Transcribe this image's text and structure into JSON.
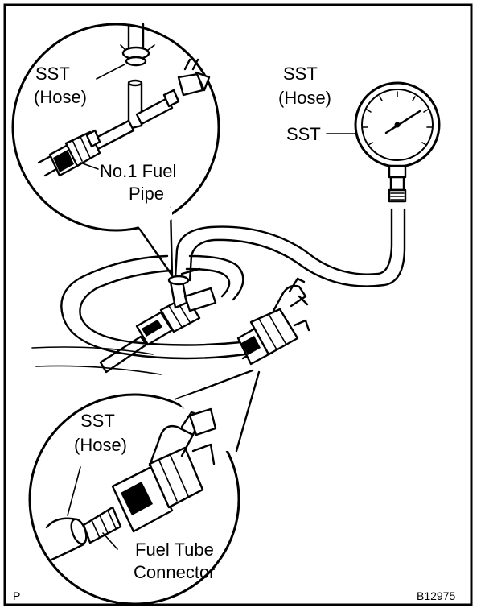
{
  "labels": {
    "sst_hose_top_left": [
      "SST",
      "(Hose)"
    ],
    "sst_hose_gauge": [
      "SST",
      "(Hose)"
    ],
    "sst_gauge": "SST",
    "no1_fuel_pipe": [
      "No.1 Fuel",
      "Pipe"
    ],
    "sst_hose_bottom": [
      "SST",
      "(Hose)"
    ],
    "fuel_tube_connector": [
      "Fuel Tube",
      "Connector"
    ]
  },
  "corner_mark": "P",
  "figure_id": "B12975"
}
